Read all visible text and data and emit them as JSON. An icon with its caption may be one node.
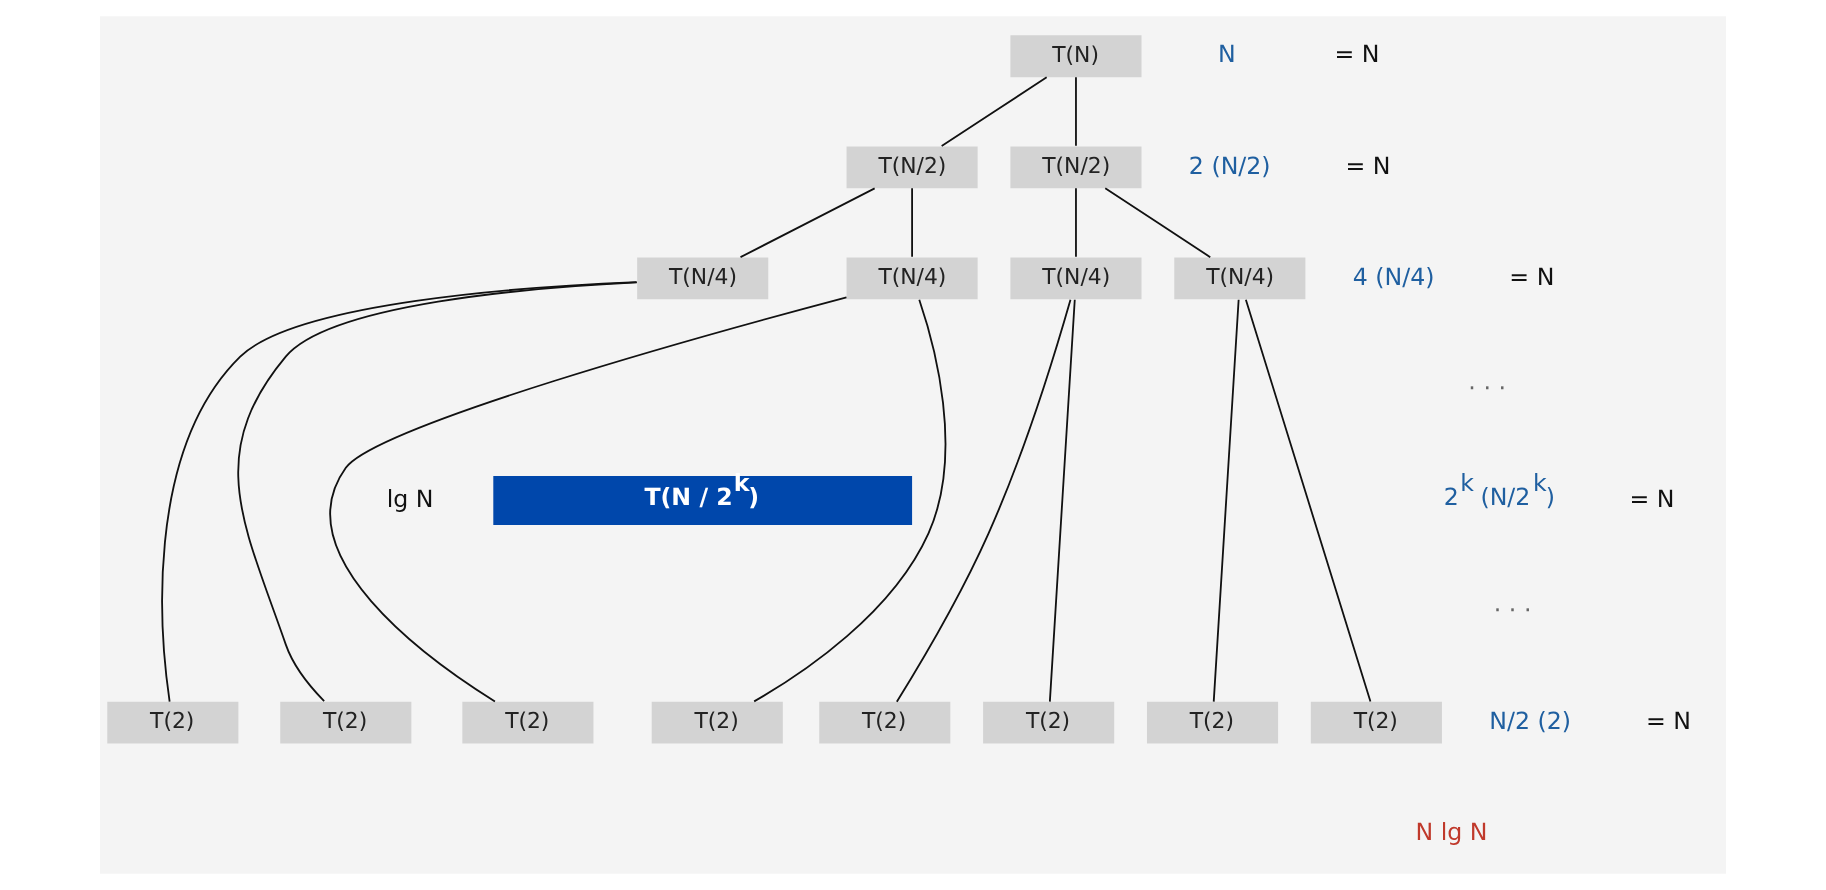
{
  "diagram": {
    "nodes": [
      {
        "text": [
          "T(N)"
        ]
      },
      {
        "text": [
          "T(N/2)"
        ]
      },
      {
        "text": [
          "T(N/2)"
        ]
      },
      {
        "text": [
          "T(N/4)"
        ]
      },
      {
        "text": [
          "T(N/4)"
        ]
      },
      {
        "text": [
          "T(N/4)"
        ]
      },
      {
        "text": [
          "T(N/4)"
        ]
      },
      {
        "text": [
          "T(N / 2$^{k}$)"
        ]
      },
      {
        "text": [
          "T(2)"
        ]
      },
      {
        "text": [
          "T(2)"
        ]
      },
      {
        "text": [
          "T(2)"
        ]
      },
      {
        "text": [
          "T(2)"
        ]
      },
      {
        "text": [
          "T(2)"
        ]
      },
      {
        "text": [
          "T(2)"
        ]
      },
      {
        "text": [
          "T(2)"
        ]
      },
      {
        "text": [
          "T(2)"
        ]
      }
    ],
    "edges": [
      {
        "from": 0,
        "to": 1,
        "arrow": "none"
      },
      {
        "from": 0,
        "to": 2,
        "arrow": "none"
      },
      {
        "from": 1,
        "to": 3,
        "arrow": "none"
      },
      {
        "from": 1,
        "to": 4,
        "arrow": "none"
      },
      {
        "from": 2,
        "to": 5,
        "arrow": "none"
      },
      {
        "from": 2,
        "to": 6,
        "arrow": "none"
      },
      {
        "from": 3,
        "to": 8,
        "arrow": "none"
      },
      {
        "from": 3,
        "to": 9,
        "arrow": "none"
      },
      {
        "from": 4,
        "to": 10,
        "arrow": "none"
      },
      {
        "from": 4,
        "to": 11,
        "arrow": "none"
      },
      {
        "from": 5,
        "to": 12,
        "arrow": "none"
      },
      {
        "from": 5,
        "to": 13,
        "arrow": "none"
      },
      {
        "from": 6,
        "to": 14,
        "arrow": "none"
      },
      {
        "from": 6,
        "to": 15,
        "arrow": "none"
      }
    ],
    "labels": [
      "N",
      "= N",
      "2 (N/2)",
      "= N",
      "4 (N/4)",
      "= N",
      "· · ·",
      "lg N",
      "2$^{k}$ (N/2$^{k}$)",
      "= N",
      "· · ·",
      "N/2 (2)",
      "= N",
      "N lg N"
    ]
  }
}
